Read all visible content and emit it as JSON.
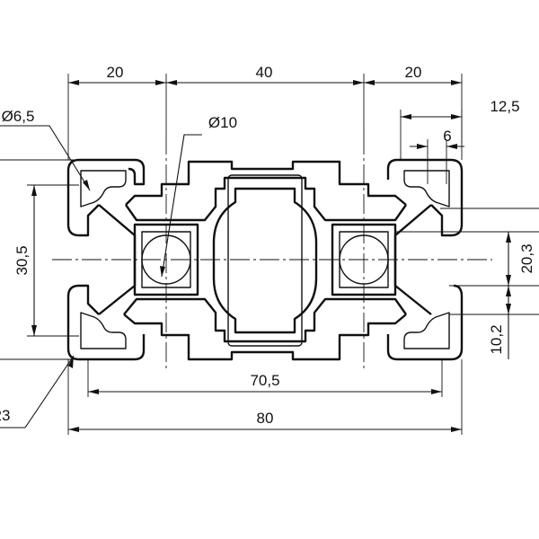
{
  "drawing": {
    "line_color": "#111111",
    "background": "#ffffff",
    "dimensions": {
      "top_left_width": "20",
      "top_mid_width": "40",
      "top_right_width": "20",
      "slot_opening": "12,5",
      "slot_lip": "6",
      "bore_diameter": "Ø10",
      "small_bore": "Ø6,5",
      "left_height": "30,5",
      "right_height_upper": "20,3",
      "right_height_lower": "10,2",
      "inner_width": "70,5",
      "overall_width": "80",
      "corner_radius": "23"
    }
  }
}
